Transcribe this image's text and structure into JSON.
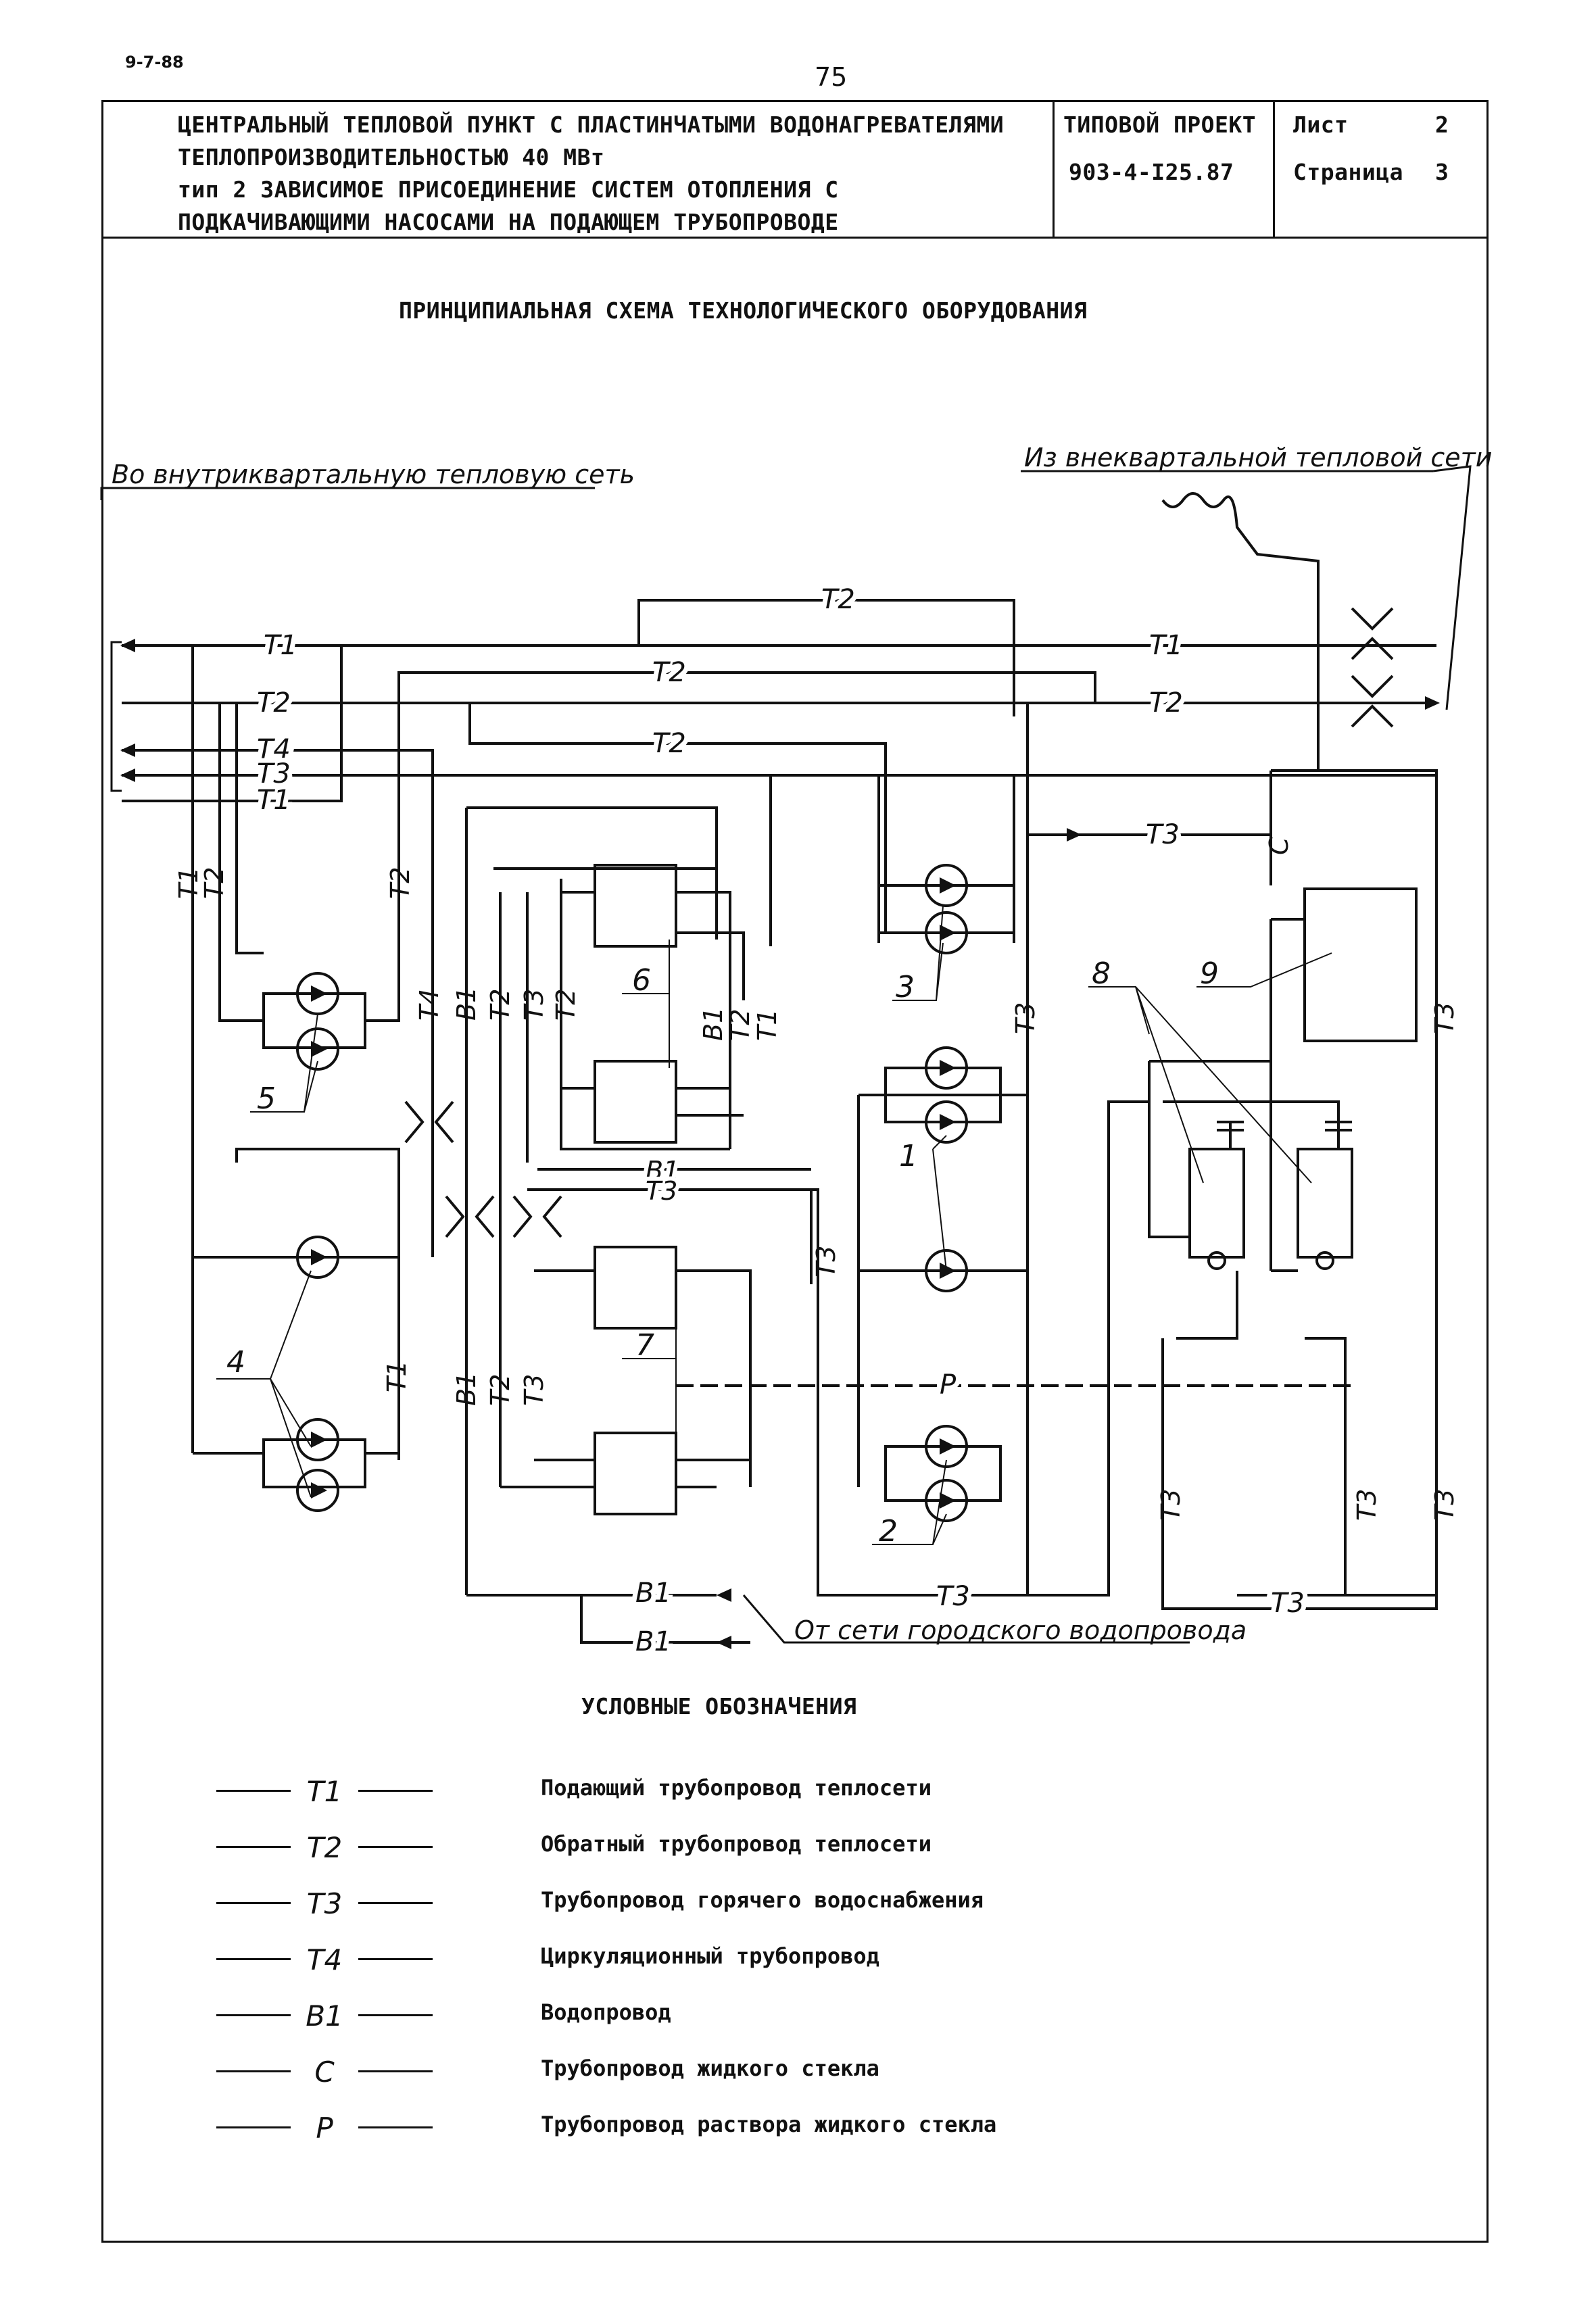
{
  "page": {
    "code": "9-7-88",
    "number": "75"
  },
  "title_block": {
    "line1": "ЦЕНТРАЛЬНЫЙ ТЕПЛОВОЙ ПУНКТ С ПЛАСТИНЧАТЫМИ ВОДОНАГРЕВАТЕЛЯМИ",
    "line2": "ТЕПЛОПРОИЗВОДИТЕЛЬНОСТЬЮ 40 МВт",
    "line3": "тип 2 ЗАВИСИМОЕ ПРИСОЕДИНЕНИЕ СИСТЕМ ОТОПЛЕНИЯ С",
    "line4": "ПОДКАЧИВАЮЩИМИ НАСОСАМИ НА ПОДАЮЩЕМ ТРУБОПРОВОДЕ",
    "project_label": "ТИПОВОЙ ПРОЕКТ",
    "project_number": "903-4-I25.87",
    "sheet_label": "Лист",
    "sheet_value": "2",
    "page_label": "Страница",
    "page_value": "3"
  },
  "diagram": {
    "title": "ПРИНЦИПИАЛЬНАЯ СХЕМА ТЕХНОЛОГИЧЕСКОГО ОБОРУДОВАНИЯ",
    "to_network": "Во внутриквартальную тепловую сеть",
    "from_network": "Из внеквартальной тепловой сети",
    "from_water": "От сети городского водопровода",
    "line_labels": {
      "t1": "Т1",
      "t2": "Т2",
      "t3": "Т3",
      "t4": "Т4",
      "b1": "В1",
      "c": "С",
      "p": "Р"
    },
    "callouts": {
      "n1": "1",
      "n2": "2",
      "n3": "3",
      "n4": "4",
      "n5": "5",
      "n6": "6",
      "n7": "7",
      "n8": "8",
      "n9": "9"
    }
  },
  "legend": {
    "title": "УСЛОВНЫЕ ОБОЗНАЧЕНИЯ",
    "items": [
      {
        "code": "Т1",
        "text": "Подающий трубопровод теплосети"
      },
      {
        "code": "Т2",
        "text": "Обратный трубопровод теплосети"
      },
      {
        "code": "Т3",
        "text": "Трубопровод горячего водоснабжения"
      },
      {
        "code": "Т4",
        "text": "Циркуляционный трубопровод"
      },
      {
        "code": "В1",
        "text": "Водопровод"
      },
      {
        "code": "С",
        "text": "Трубопровод жидкого стекла"
      },
      {
        "code": "Р",
        "text": "Трубопровод раствора жидкого стекла"
      }
    ]
  }
}
